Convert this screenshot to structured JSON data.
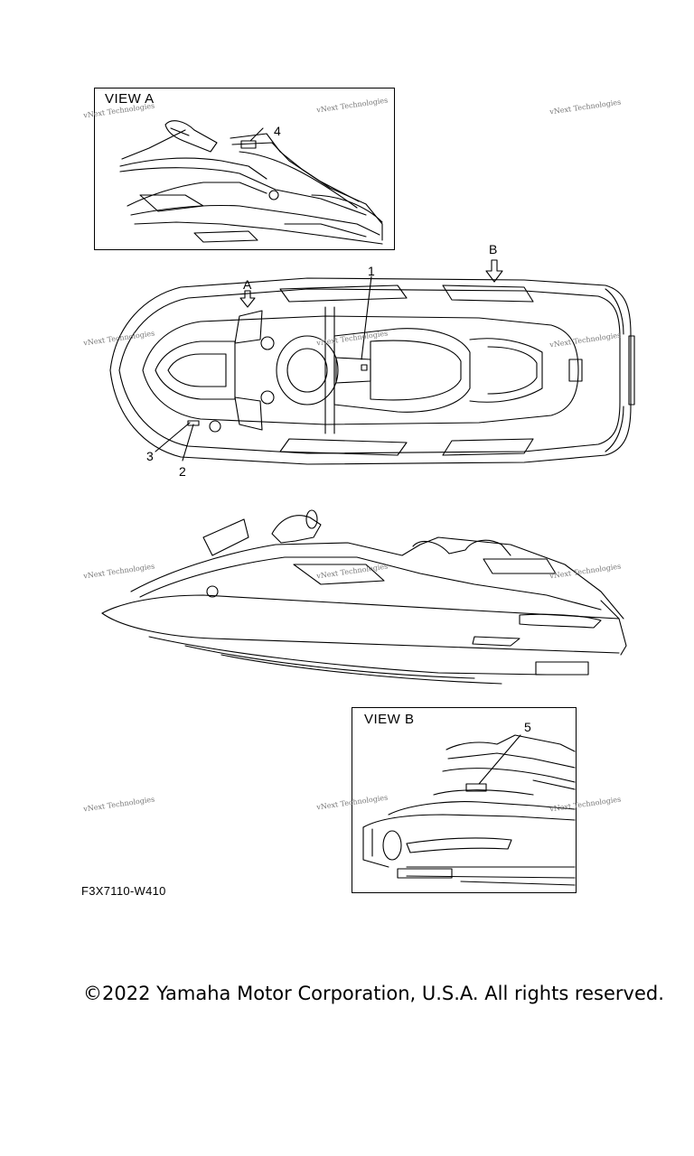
{
  "views": {
    "view_a": {
      "title": "VIEW A",
      "callout": "4"
    },
    "view_b": {
      "title": "VIEW B",
      "callout": "5"
    }
  },
  "top_view": {
    "callouts": [
      "1",
      "2",
      "3"
    ],
    "arrow_a_label": "A",
    "arrow_b_label": "B"
  },
  "figure_code": "F3X7110-W410",
  "copyright": "©2022 Yamaha Motor Corporation, U.S.A. All rights reserved.",
  "watermark": "vNext Technologies",
  "icons": [
    "down-arrow-icon"
  ]
}
